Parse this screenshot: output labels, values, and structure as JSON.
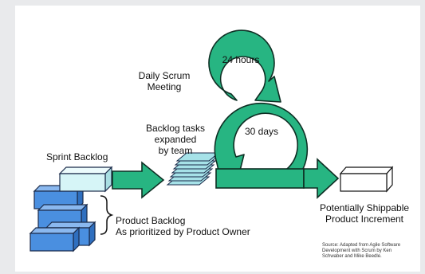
{
  "labels": {
    "daily_scrum": [
      "Daily Scrum",
      "Meeting"
    ],
    "hours": "24 hours",
    "days": "30 days",
    "backlog_tasks": [
      "Backlog tasks",
      "expanded",
      "by team"
    ],
    "sprint_backlog": "Sprint Backlog",
    "product_backlog": [
      "Product Backlog",
      "As prioritized by Product Owner"
    ],
    "increment": [
      "Potentially Shippable",
      "Product Increment"
    ],
    "source": [
      "Source: Adapted from Agile Software",
      "Development with Scrum by Ken",
      "Schwaber and Mike Beedle."
    ]
  },
  "colors": {
    "arrow_fill": "#27b582",
    "arrow_stroke": "#0e2f24",
    "sprint_box": "#d6f5f7",
    "product_box": "#4a8fe0",
    "task_sheet": "#a6e2e8",
    "background": "#e9eaec"
  }
}
